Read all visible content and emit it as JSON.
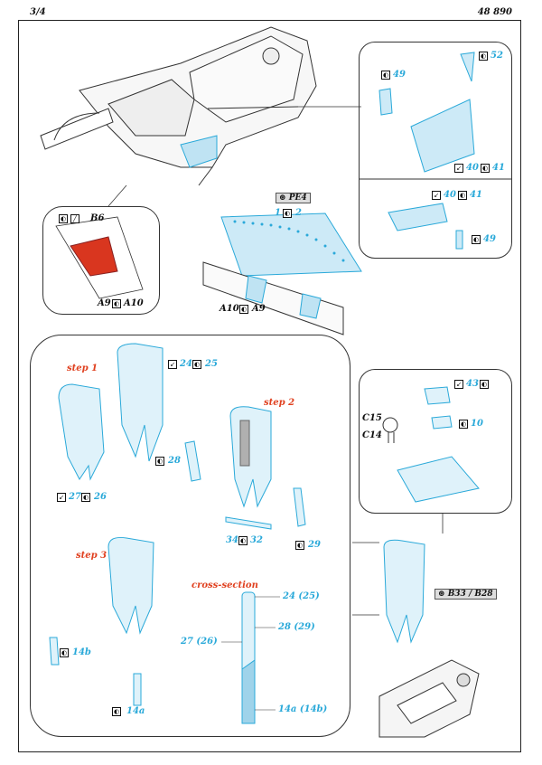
{
  "header": {
    "page": "3/4",
    "catalog": "48 890"
  },
  "labels": {
    "pe4": "PE4",
    "p1": "1",
    "p2": "2",
    "b6": "B6",
    "a9_1": "A9",
    "a10_1": "A10",
    "a10_2": "A10",
    "a9_2": "A9",
    "p49a": "49",
    "p52": "52",
    "p40a": "40",
    "p41a": "41",
    "p40b": "40",
    "p41b": "41",
    "p49b": "49",
    "step1": "step 1",
    "step2": "step 2",
    "step3": "step 3",
    "p24": "24",
    "p25": "25",
    "p27": "27",
    "p26": "26",
    "p28": "28",
    "p34": "34",
    "p32": "32",
    "p29": "29",
    "p14b": "14b",
    "p14a": "14a",
    "cross_section": "cross-section",
    "cs_24": "24 (25)",
    "cs_28": "28 (29)",
    "cs_27": "27 (26)",
    "cs_14": "14a (14b)",
    "p43": "43",
    "p10": "10",
    "c15": "C15",
    "c14": "C14",
    "b33": "B33 / B28"
  },
  "colors": {
    "part_blue": "#2aa9d9",
    "step_red": "#e0401f",
    "ink": "#111111"
  },
  "icons": {
    "bend": "bend-icon",
    "both_sides": "two-sides-icon",
    "remove": "remove-plastic-icon"
  }
}
